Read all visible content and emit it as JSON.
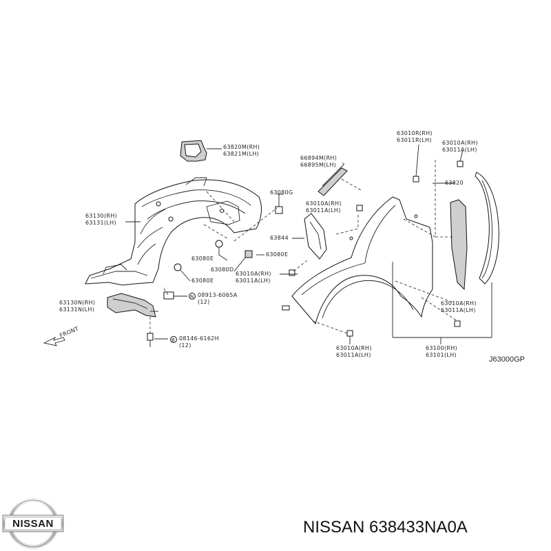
{
  "diagram": {
    "labels": {
      "l63820m": "63820M(RH)",
      "l63821m": "63821M(LH)",
      "l66894m": "66894M(RH)",
      "l66895m": "66895M(LH)",
      "l63010r": "63010R(RH)",
      "l63011r": "63011R(LH)",
      "l63010a_tr": "63010A(RH)",
      "l63011a_tr": "63011A(LH)",
      "l63130": "63130(RH)",
      "l63131": "63131(LH)",
      "l63080g": "63080G",
      "l63010a_m": "63010A(RH)",
      "l63011a_m": "63011A(LH)",
      "l63820": "63820",
      "l63844": "63844",
      "l63080e_a": "63080E",
      "l63080d": "63080D",
      "l63080e_b": "63080E",
      "l63080e_c": "63080E",
      "l63010a_c": "63010A(RH)",
      "l63011a_c": "63011A(LH)",
      "l63130n": "63130N(RH)",
      "l63131n": "63131N(LH)",
      "l08913": "08913-6065A",
      "l08913_q": "(12)",
      "l63010a_r": "63010A(RH)",
      "l63011a_r": "63011A(LH)",
      "l08146": "08146-6162H",
      "l08146_q": "(12)",
      "l63010a_b": "63010A(RH)",
      "l63011a_b": "63011A(LH)",
      "l63100": "63100(RH)",
      "l63101": "63101(LH)",
      "front": "FRONT",
      "ref": "J63000GP",
      "circle_n": "N",
      "circle_b": "B"
    }
  },
  "brand": {
    "name": "NISSAN",
    "part_number": "NISSAN 638433NA0A"
  }
}
